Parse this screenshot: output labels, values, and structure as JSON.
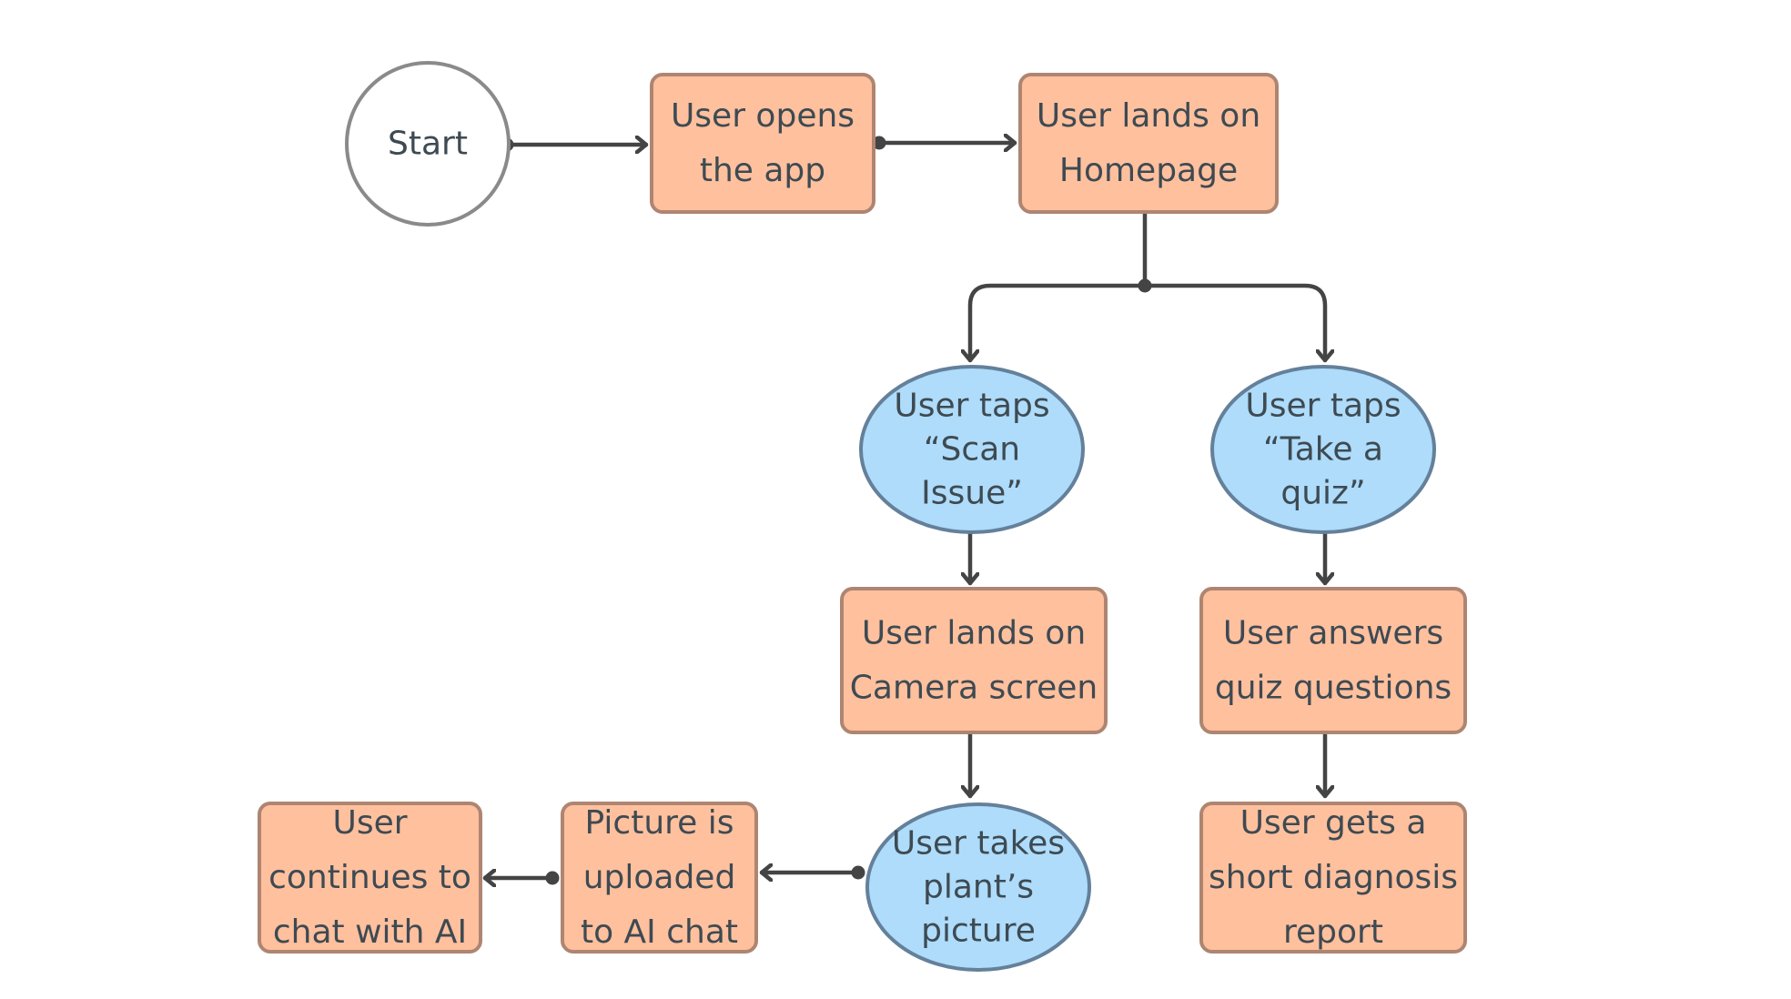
{
  "colors": {
    "process_fill": "#ffc09e",
    "process_stroke": "#ae8571",
    "action_fill": "#aedcfa",
    "action_stroke": "#64809a",
    "start_fill": "#ffffff",
    "start_stroke": "#8a8a8a",
    "edge": "#444444",
    "text": "#3e4a52"
  },
  "nodes": {
    "start": {
      "lines": [
        "Start"
      ]
    },
    "open_app": {
      "lines": [
        "User opens",
        "the app"
      ]
    },
    "homepage": {
      "lines": [
        "User lands on",
        "Homepage"
      ]
    },
    "tap_scan": {
      "lines": [
        "User taps",
        "“Scan",
        "Issue”"
      ]
    },
    "tap_quiz": {
      "lines": [
        "User taps",
        "“Take a",
        "quiz”"
      ]
    },
    "camera_screen": {
      "lines": [
        "User lands on",
        "Camera screen"
      ]
    },
    "answer_quiz": {
      "lines": [
        "User answers",
        "quiz questions"
      ]
    },
    "take_picture": {
      "lines": [
        "User takes",
        "plant’s",
        "picture"
      ]
    },
    "diagnosis_report": {
      "lines": [
        "User gets a",
        "short diagnosis",
        "report"
      ]
    },
    "picture_uploaded": {
      "lines": [
        "Picture is",
        "uploaded",
        "to AI chat"
      ]
    },
    "chat_ai": {
      "lines": [
        "User",
        "continues to",
        "chat with AI"
      ]
    }
  },
  "edges": [
    {
      "from": "start",
      "to": "open_app"
    },
    {
      "from": "open_app",
      "to": "homepage"
    },
    {
      "from": "homepage",
      "to": "tap_scan"
    },
    {
      "from": "homepage",
      "to": "tap_quiz"
    },
    {
      "from": "tap_scan",
      "to": "camera_screen"
    },
    {
      "from": "tap_quiz",
      "to": "answer_quiz"
    },
    {
      "from": "camera_screen",
      "to": "take_picture"
    },
    {
      "from": "answer_quiz",
      "to": "diagnosis_report"
    },
    {
      "from": "take_picture",
      "to": "picture_uploaded"
    },
    {
      "from": "picture_uploaded",
      "to": "chat_ai"
    }
  ]
}
